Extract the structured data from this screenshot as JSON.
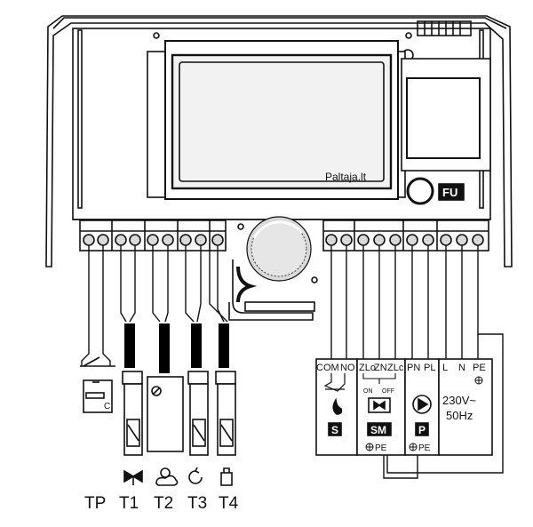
{
  "watermark": "Paltaja.lt",
  "fuse_label": "FU",
  "sensor_labels": [
    "TP",
    "T1",
    "T2",
    "T3",
    "T4"
  ],
  "room_thermostat_c": "C",
  "boiler_block": {
    "com": "COM",
    "no": "NO",
    "badge": "S"
  },
  "mixer_block": {
    "zlo": "ZLo",
    "zn": "ZN",
    "zlc": "ZLc",
    "on": "ON",
    "off": "OFF",
    "badge": "SM",
    "pe": "PE"
  },
  "pump_block": {
    "pn": "PN",
    "pl": "PL",
    "badge": "P",
    "pe": "PE"
  },
  "mains_block": {
    "l": "L",
    "n": "N",
    "pe": "PE",
    "voltage": "230V~",
    "frequency": "50Hz"
  },
  "colors": {
    "line": "#111111",
    "panel": "#ffffff",
    "display_fill": "#f2f2f2",
    "knob": "#d9d9d9",
    "cable": "#000000"
  }
}
